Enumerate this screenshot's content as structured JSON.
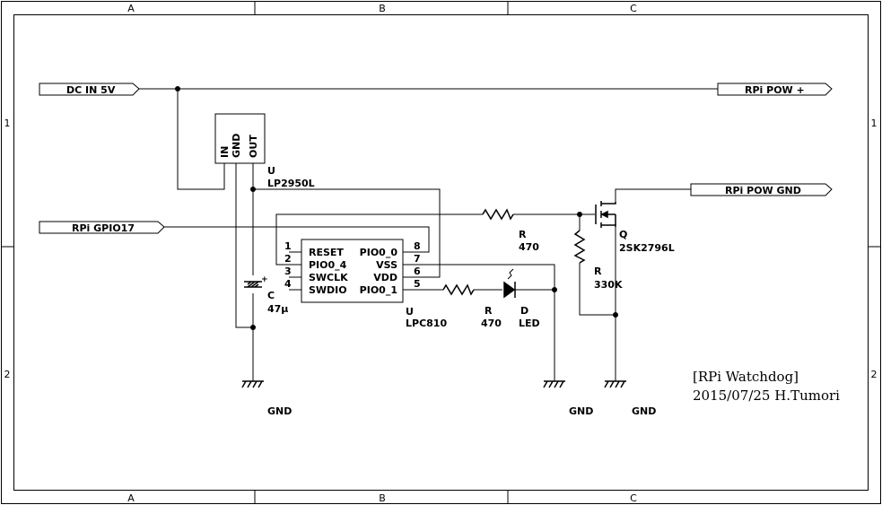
{
  "border": {
    "columns": [
      "A",
      "B",
      "C"
    ],
    "rows": [
      "1",
      "2"
    ]
  },
  "ports": {
    "dc_in": "DC IN 5V",
    "gpio": "RPi GPIO17",
    "pow_plus": "RPi POW +",
    "pow_gnd": "RPi POW GND"
  },
  "regulator": {
    "ref": "U",
    "part": "LP2950L",
    "pins": [
      "IN",
      "GND",
      "OUT"
    ]
  },
  "capacitor": {
    "ref": "C",
    "value": "47µ",
    "polarity": "+"
  },
  "mcu": {
    "ref": "U",
    "part": "LPC810",
    "left_pins": [
      {
        "num": "1",
        "name": "RESET"
      },
      {
        "num": "2",
        "name": "PIO0_4"
      },
      {
        "num": "3",
        "name": "SWCLK"
      },
      {
        "num": "4",
        "name": "SWDIO"
      }
    ],
    "right_pins": [
      {
        "num": "8",
        "name": "PIO0_0"
      },
      {
        "num": "7",
        "name": "VSS"
      },
      {
        "num": "6",
        "name": "VDD"
      },
      {
        "num": "5",
        "name": "PIO0_1"
      }
    ]
  },
  "r_gate": {
    "ref": "R",
    "value": "470"
  },
  "r_pulldown": {
    "ref": "R",
    "value": "330K"
  },
  "r_led": {
    "ref": "R",
    "value": "470"
  },
  "led": {
    "ref": "D",
    "value": "LED"
  },
  "mosfet": {
    "ref": "Q",
    "part": "2SK2796L"
  },
  "gnd_labels": [
    "GND",
    "GND",
    "GND"
  ],
  "title_block": {
    "line1": "[RPi Watchdog]",
    "line2": "2015/07/25 H.Tumori"
  }
}
